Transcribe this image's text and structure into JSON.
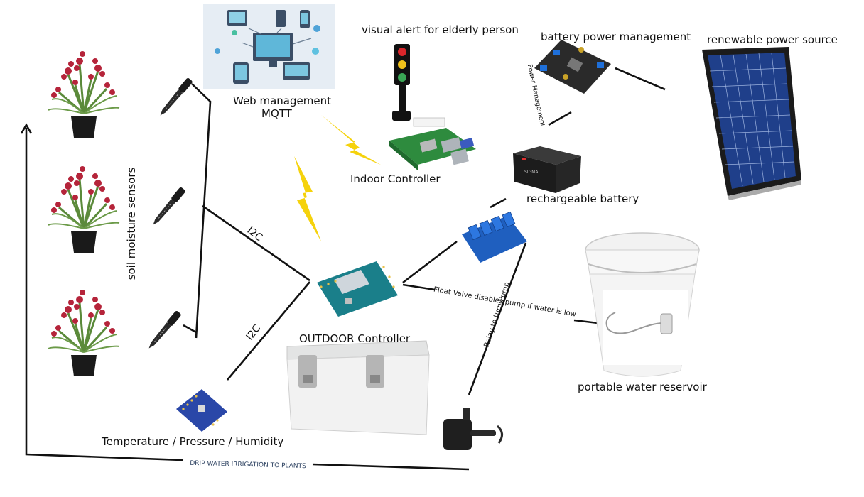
{
  "labels": {
    "visual_alert": "visual alert for elderly person",
    "battery_mgmt": "battery power management",
    "renewable": "renewable power source",
    "web_mgmt_line1": "Web management",
    "web_mgmt_line2": "MQTT",
    "power_mgmt": "Power Management",
    "indoor_controller": "Indoor  Controller",
    "rechargeable_battery": "rechargeable battery",
    "soil_sensors": "soil moisture sensors",
    "i2c_top": "I2C",
    "i2c_bottom": "I2C",
    "float_valve": "Float Valve disables pump if water is low",
    "relay_pump": "Relay to turn Pump",
    "outdoor_controller": "OUTDOOR  Controller",
    "portable_reservoir": "portable water reservoir",
    "temp_sensor": "Temperature / Pressure / Humidity",
    "drip": "DRIP WATER IRRIGATION TO PLANTS"
  },
  "colors": {
    "lightning": "#f5d20c",
    "plant_flower": "#b5243a",
    "plant_leaf": "#5b8a3a",
    "pot": "#1a1a1a",
    "solar_cell": "#1f3f8a",
    "relay_board": "#1f5fbf",
    "bme_board": "#2a47a8",
    "pcb_green": "#2e8b3e",
    "drip_text": "#2a3f5f"
  }
}
